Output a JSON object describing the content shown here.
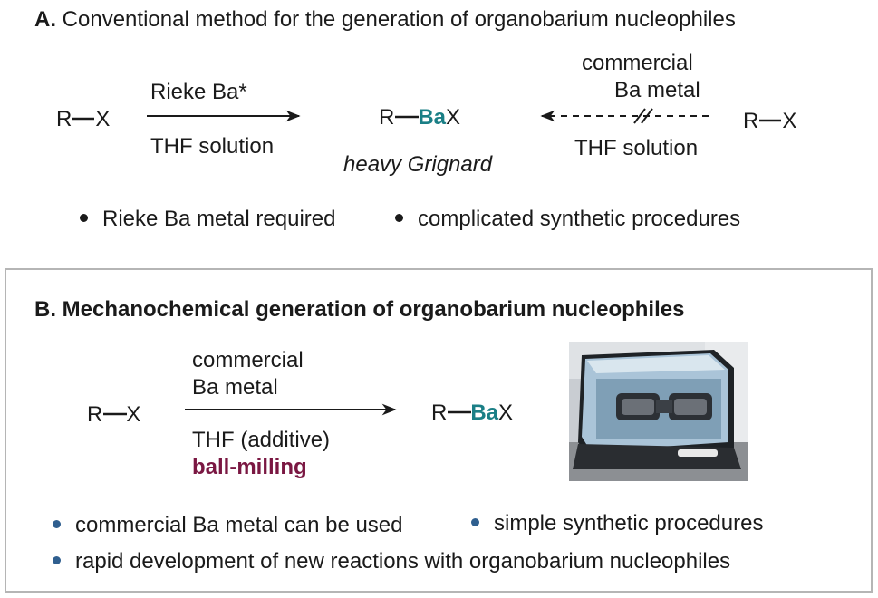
{
  "section_a": {
    "label": "A.",
    "title": "Conventional method for the generation of organobarium nucleophiles",
    "left_reactant": "R",
    "left_reactant_x": "X",
    "arrow_top": "Rieke Ba*",
    "arrow_bottom": "THF solution",
    "product_r": "R",
    "product_ba": "Ba",
    "product_x": "X",
    "product_caption": "heavy Grignard",
    "right_top_line1": "commercial",
    "right_top_line2": "Ba metal",
    "right_bottom": "THF solution",
    "right_reactant": "R",
    "right_reactant_x": "X",
    "bullets": [
      "Rieke Ba metal required",
      "complicated synthetic procedures"
    ]
  },
  "section_b": {
    "title": "B. Mechanochemical generation of organobarium nucleophiles",
    "reactant_r": "R",
    "reactant_x": "X",
    "arrow_top_line1": "commercial",
    "arrow_top_line2": "Ba metal",
    "arrow_bottom_line1": "THF (additive)",
    "arrow_bottom_line2": "ball-milling",
    "product_r": "R",
    "product_ba": "Ba",
    "product_x": "X",
    "bullets": [
      "commercial Ba metal can be used",
      "simple synthetic procedures",
      "rapid development of new reactions with organobarium nucleophiles"
    ]
  },
  "colors": {
    "barium": "#1a7f86",
    "ball_milling": "#7a1742",
    "bullet_b": "#2f5f8f",
    "frame": "#b5b5b5"
  }
}
